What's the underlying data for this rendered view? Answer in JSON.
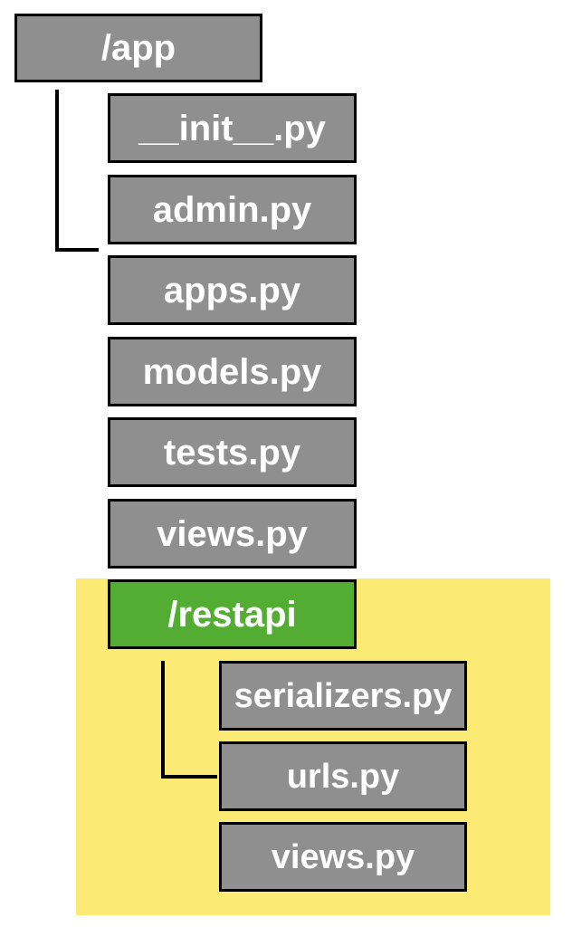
{
  "tree": {
    "root": {
      "label": "/app",
      "files": [
        {
          "label": "__init__.py"
        },
        {
          "label": "admin.py"
        },
        {
          "label": "apps.py"
        },
        {
          "label": "models.py"
        },
        {
          "label": "tests.py"
        },
        {
          "label": "views.py"
        }
      ]
    },
    "subfolder": {
      "label": "/restapi",
      "files": [
        {
          "label": "serializers.py"
        },
        {
          "label": "urls.py"
        },
        {
          "label": "views.py"
        }
      ]
    }
  },
  "colors": {
    "node_fill": "#8f8f8f",
    "subfolder_fill": "#53ad33",
    "highlight": "#fbeb74",
    "node_text": "#ffffff",
    "border": "#000000"
  }
}
